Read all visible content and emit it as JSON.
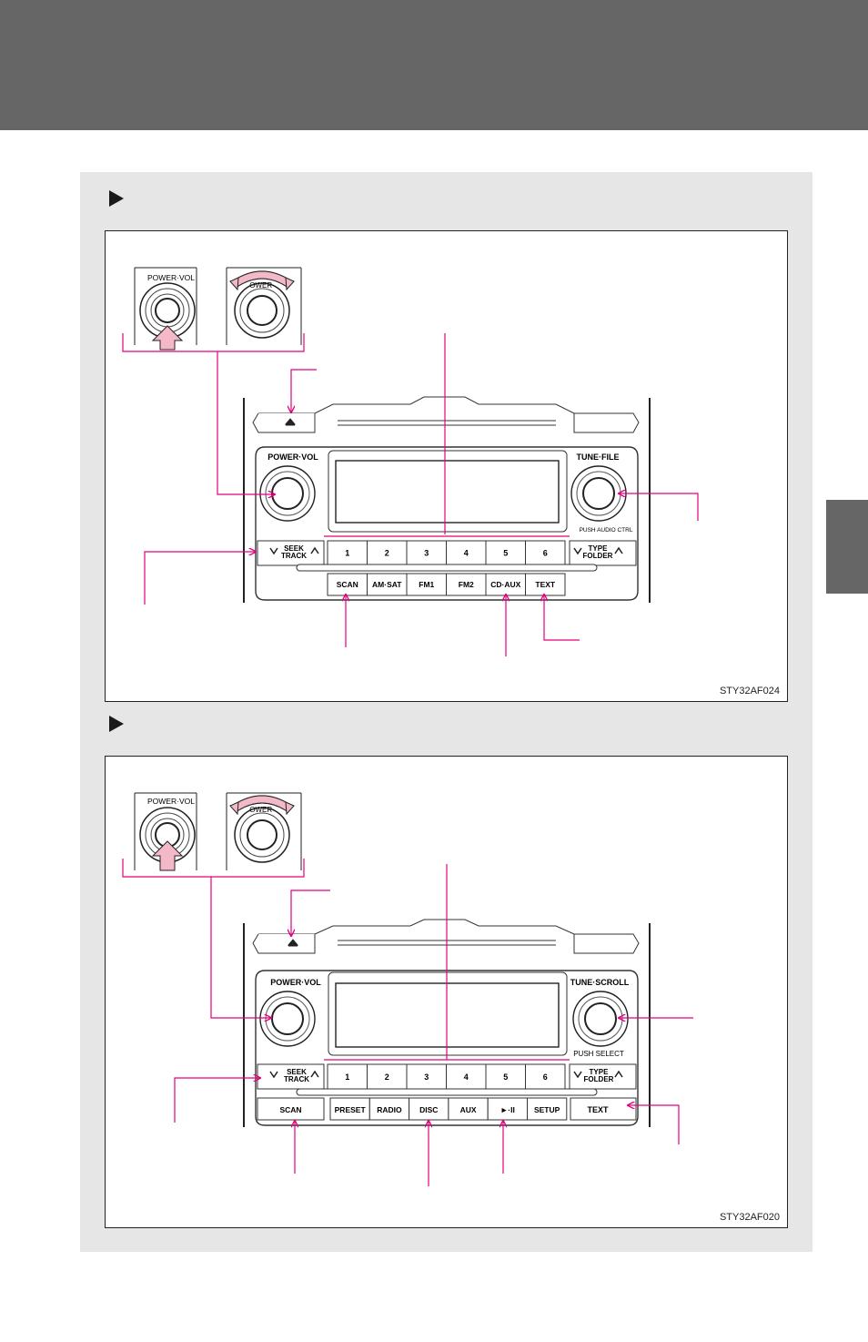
{
  "panel_a": {
    "code": "STY32AF024",
    "knob_left_label": "POWER·VOL",
    "knob_right_label": "TUNE·FILE",
    "push_label": "PUSH AUDIO CTRL",
    "detail_label_1": "POWER·VOL",
    "detail_label_2": "OWER·",
    "seek_label_1": "SEEK",
    "seek_label_2": "TRACK",
    "type_label_1": "TYPE",
    "type_label_2": "FOLDER",
    "presets": [
      "1",
      "2",
      "3",
      "4",
      "5",
      "6"
    ],
    "bottom_buttons": [
      "SCAN",
      "AM·SAT",
      "FM1",
      "FM2",
      "CD·AUX",
      "TEXT"
    ]
  },
  "panel_b": {
    "code": "STY32AF020",
    "knob_left_label": "POWER·VOL",
    "knob_right_label": "TUNE·SCROLL",
    "push_label": "PUSH SELECT",
    "detail_label_1": "POWER·VOL",
    "detail_label_2": "OWER·",
    "seek_label_1": "SEEK",
    "seek_label_2": "TRACK",
    "type_label_1": "TYPE",
    "type_label_2": "FOLDER",
    "presets": [
      "1",
      "2",
      "3",
      "4",
      "5",
      "6"
    ],
    "bottom_buttons": [
      "SCAN",
      "PRESET",
      "RADIO",
      "DISC",
      "AUX",
      "►·II",
      "SETUP"
    ],
    "text_button": "TEXT"
  },
  "colors": {
    "callout": "#e4007f",
    "header": "#666666",
    "background": "#e6e6e6",
    "arrow_fill": "#f5b8c8"
  }
}
